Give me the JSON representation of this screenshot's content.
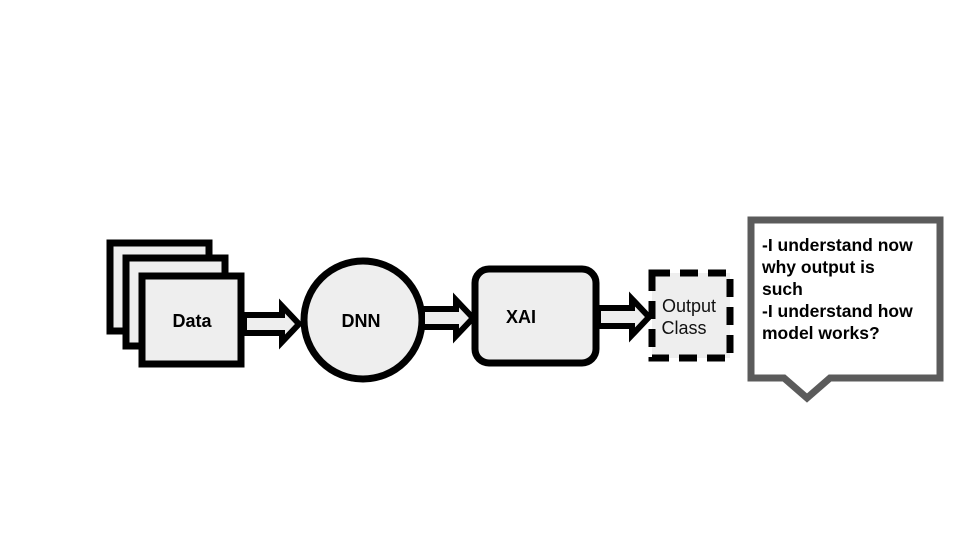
{
  "nodes": {
    "data": {
      "label": "Data"
    },
    "dnn": {
      "label": "DNN"
    },
    "xai": {
      "label": "XAI"
    },
    "output": {
      "label_line1": "Output",
      "label_line2": "Class"
    }
  },
  "callout": {
    "lines": [
      "-I understand now",
      "why output is",
      "such",
      "-I understand how",
      "model works?"
    ]
  },
  "colors": {
    "fill": "#eeeeee",
    "stroke": "#000000",
    "callout_border": "#5b5b5b"
  }
}
